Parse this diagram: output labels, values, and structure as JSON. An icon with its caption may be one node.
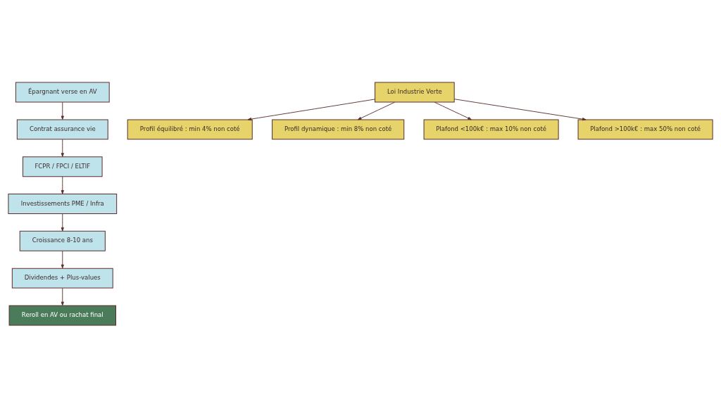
{
  "diagram": {
    "nodes": [
      {
        "text": [
          "Épargnant verse en AV"
        ]
      },
      {
        "text": [
          "Contrat assurance vie"
        ]
      },
      {
        "text": [
          "FCPR / FPCI / ELTIF"
        ]
      },
      {
        "text": [
          "Investissements PME / Infra"
        ]
      },
      {
        "text": [
          "Croissance 8-10 ans"
        ]
      },
      {
        "text": [
          "Dividendes + Plus-values"
        ]
      },
      {
        "text": [
          "Reroll en AV ou rachat final"
        ]
      },
      {
        "text": [
          "Loi Industrie Verte"
        ]
      },
      {
        "text": [
          "Profil équilibré : min 4% non coté"
        ]
      },
      {
        "text": [
          "Profil dynamique : min 8% non coté"
        ]
      },
      {
        "text": [
          "Plafond <100k€ : max 10% non coté"
        ]
      },
      {
        "text": [
          "Plafond >100k€ : max 50% non coté"
        ]
      }
    ],
    "edges": [
      {
        "from": 0,
        "to": 1,
        "arrow": "to"
      },
      {
        "from": 1,
        "to": 2,
        "arrow": "to"
      },
      {
        "from": 2,
        "to": 3,
        "arrow": "to"
      },
      {
        "from": 3,
        "to": 4,
        "arrow": "to"
      },
      {
        "from": 4,
        "to": 5,
        "arrow": "to"
      },
      {
        "from": 5,
        "to": 6,
        "arrow": "to"
      },
      {
        "from": 7,
        "to": 8,
        "arrow": "to"
      },
      {
        "from": 7,
        "to": 9,
        "arrow": "to"
      },
      {
        "from": 7,
        "to": 10,
        "arrow": "to"
      },
      {
        "from": 7,
        "to": 11,
        "arrow": "to"
      }
    ]
  }
}
